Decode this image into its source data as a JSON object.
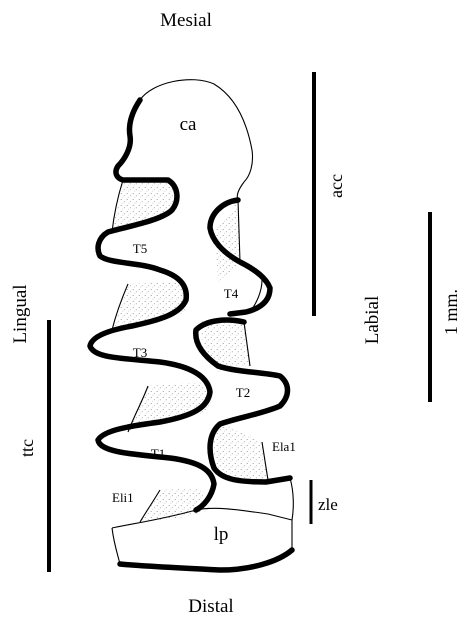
{
  "orientation": {
    "mesial": "Mesial",
    "distal": "Distal",
    "lingual": "Lingual",
    "labial": "Labial"
  },
  "scale_bar": {
    "label": "1 mm."
  },
  "brackets": {
    "acc": "acc",
    "ttc": "ttc",
    "zle": "zle"
  },
  "parts": {
    "ca": "ca",
    "t5": "T5",
    "t4": "T4",
    "t3": "T3",
    "t2": "T2",
    "t1": "T1",
    "ela1": "Ela1",
    "eli1": "Eli1",
    "lp": "lp"
  },
  "colors": {
    "ink": "#000000",
    "stipple": "#7a7a7a",
    "paper": "#ffffff"
  }
}
